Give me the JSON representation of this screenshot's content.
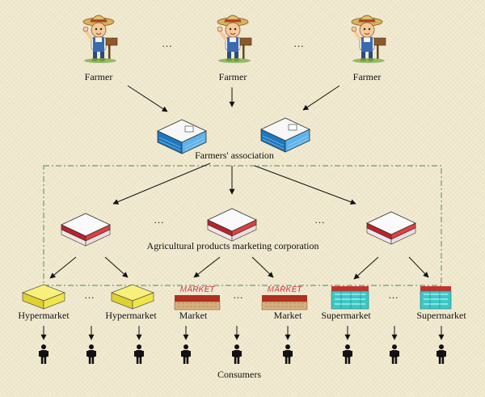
{
  "farmer_label": "Farmer",
  "association_label": "Farmers' association",
  "corporation_label": "Agricultural products marketing corporation",
  "hypermarket_label": "Hypermarket",
  "market_label": "Market",
  "market_sign": "MARKET",
  "supermarket_label": "Supermarket",
  "consumers_label": "Consumers",
  "ellipsis": "...",
  "colors": {
    "association_roof": "#1a78c2",
    "corporation_roof": "#c0202a",
    "hypermarket": "#f0e64a",
    "market_sign": "#c8302a",
    "supermarket": "#3ec6c6",
    "frame": "#6a9a7a"
  },
  "icons": [
    "farmer-icon",
    "warehouse-icon",
    "hypermarket-icon",
    "market-icon",
    "supermarket-icon",
    "person-icon"
  ]
}
